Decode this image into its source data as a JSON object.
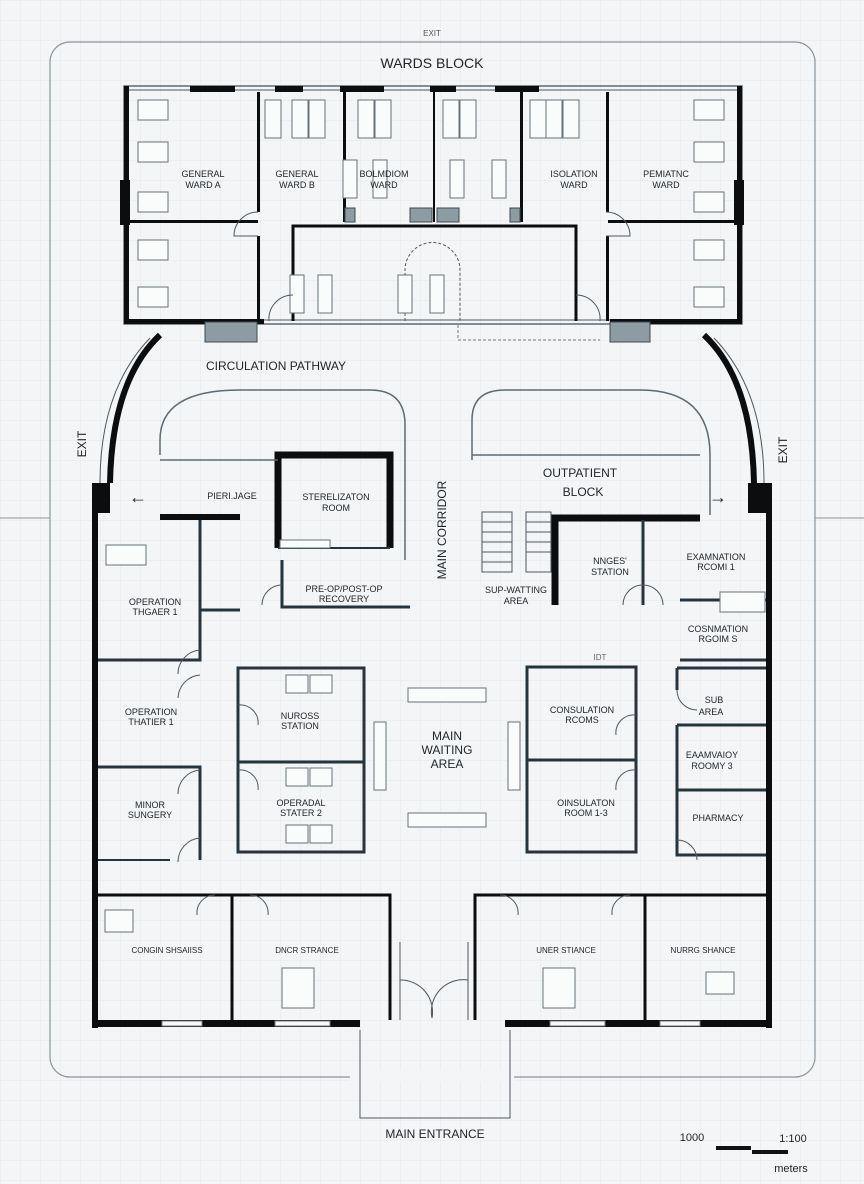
{
  "title": "WARDS BLOCK",
  "top_exit": "EXIT",
  "circulation": "CIRCULATION PATHWAY",
  "exits": {
    "left": "EXIT",
    "right": "EXIT"
  },
  "main_corridor": "MAIN CORRIDOR",
  "outpatient": {
    "line1": "OUTPATIENT",
    "line2": "BLOCK"
  },
  "wards": [
    {
      "l1": "GENERAL",
      "l2": "WARD A"
    },
    {
      "l1": "GENERAL",
      "l2": "WARD B"
    },
    {
      "l1": "BOLMDIOM",
      "l2": "WARD"
    },
    {
      "l1": "ISOLATION",
      "l2": "WARD"
    },
    {
      "l1": "PEMIATNC",
      "l2": "WARD"
    }
  ],
  "rooms": {
    "periuage": "PIERI.JAGE",
    "sterilization": {
      "l1": "STERELIZATON",
      "l2": "ROOM"
    },
    "recovery": {
      "l1": "PRE-OP/POST-OP",
      "l2": "RECOVERY"
    },
    "op_theater_a": {
      "l1": "OPERATION",
      "l2": "THGAER 1"
    },
    "op_theater_b": {
      "l1": "OPERATION",
      "l2": "THATIER 1"
    },
    "minor_surgery": {
      "l1": "MINOR",
      "l2": "SUNGERY"
    },
    "nurses_station_center": {
      "l1": "NUROSS",
      "l2": "STATION"
    },
    "operadal": {
      "l1": "OPERADAL",
      "l2": "STATER 2"
    },
    "main_waiting": {
      "l1": "MAIN",
      "l2": "WAITING",
      "l3": "AREA"
    },
    "sub_waiting": {
      "l1": "SUP-WATTING",
      "l2": "AREA"
    },
    "nurses_station_out": {
      "l1": "NNGES'",
      "l2": "STATION"
    },
    "exam1": {
      "l1": "EXAMNATION",
      "l2": "RCOMI 1"
    },
    "combination": {
      "l1": "COSNMATION",
      "l2": "RGOIM S"
    },
    "idt": "IDT",
    "consultation": {
      "l1": "CONSULATION",
      "l2": "RCOMS"
    },
    "consultation2": {
      "l1": "OINSULATON",
      "l2": "ROOM 1-3"
    },
    "sub_area": {
      "l1": "SUB",
      "l2": "AREA"
    },
    "exam3": {
      "l1": "EAAMVAIOY",
      "l2": "ROOMY 3"
    },
    "pharmacy": "PHARMACY",
    "bottom": [
      "CONGIN SHSAIISS",
      "DNCR STRANCE",
      "UNER STIANCE",
      "NURRG SHANCE"
    ]
  },
  "main_entrance": "MAIN ENTRANCE",
  "scale": {
    "value": "1000",
    "ratio": "1:100",
    "unit": "meters"
  }
}
